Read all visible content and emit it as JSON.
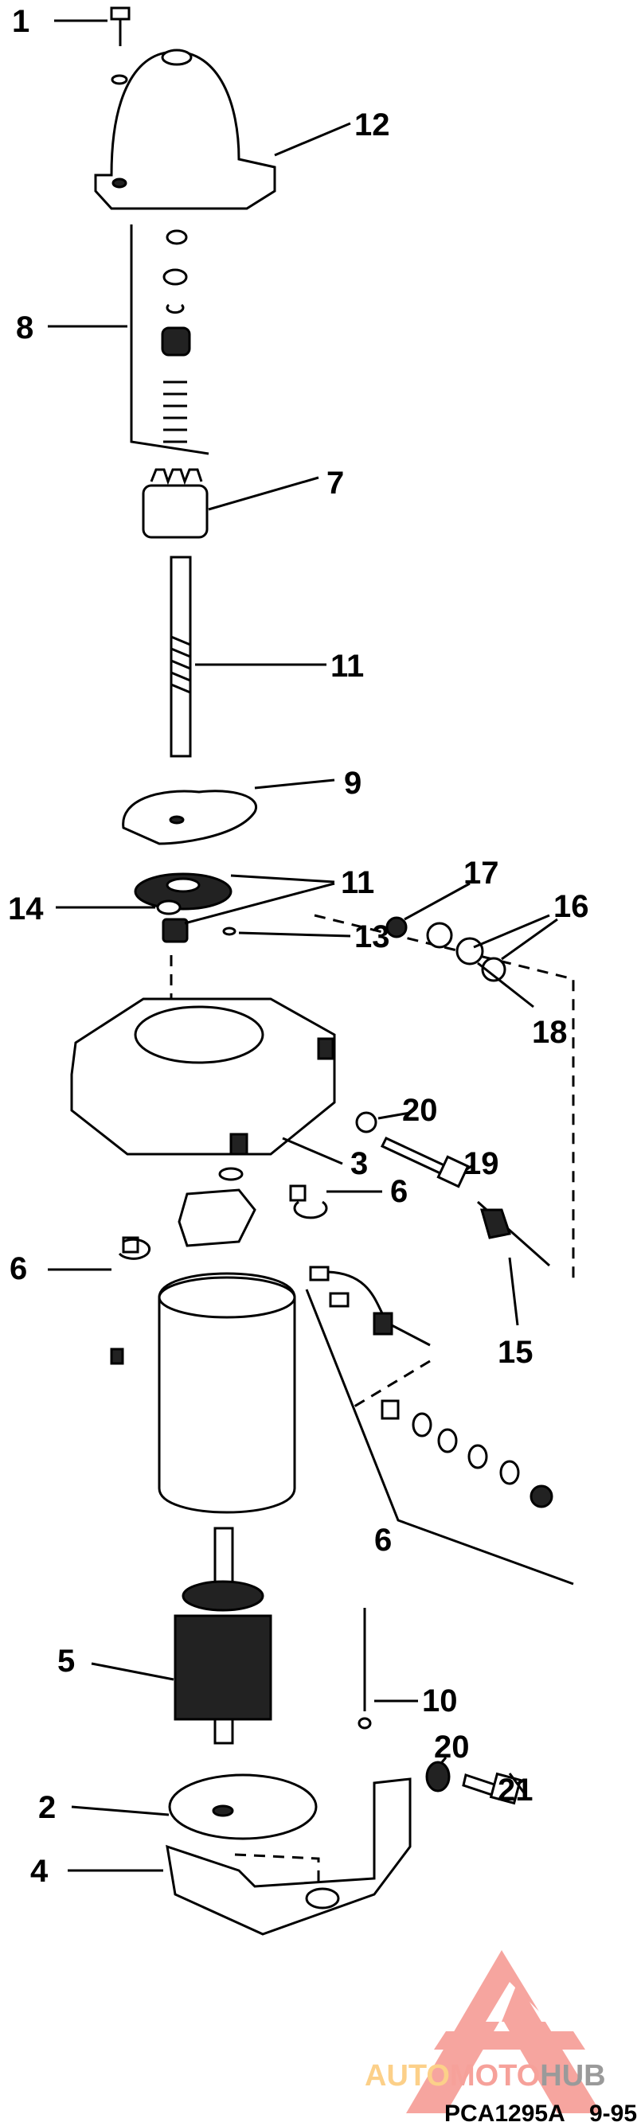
{
  "diagram": {
    "labels": {
      "l1": "1",
      "l12": "12",
      "l8": "8",
      "l7": "7",
      "l11a": "11",
      "l9": "9",
      "l11b": "11",
      "l13": "13",
      "l14": "14",
      "l17": "17",
      "l16": "16",
      "l18": "18",
      "l20a": "20",
      "l19": "19",
      "l3": "3",
      "l6a": "6",
      "l6b": "6",
      "l15": "15",
      "l6c": "6",
      "l5": "5",
      "l10": "10",
      "l2": "2",
      "l20b": "20",
      "l21": "21",
      "l4": "4"
    },
    "reference": "PCA1295A",
    "date": "9-95"
  },
  "watermark": {
    "part1": "AUTO",
    "part2": "MOTO",
    "part3": "HUB",
    "colors": {
      "auto": "#fcd089",
      "moto": "#f6a19a",
      "hub": "#9a9a9a",
      "logo": "#f6a19a"
    }
  }
}
